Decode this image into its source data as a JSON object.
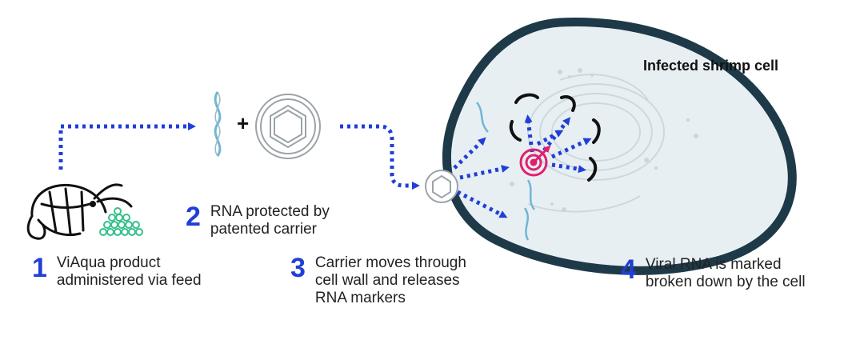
{
  "colors": {
    "arrow": "#1f3fd6",
    "number": "#1f3fd6",
    "cell_membrane": "#1e3a48",
    "cell_interior": "#e8eff3",
    "rna": "#6fb6d6",
    "feed": "#35c08a",
    "target": "#e0206e"
  },
  "cell_title": "Infected shrimp cell",
  "steps": [
    {
      "number": "1",
      "lines": [
        "ViAqua product",
        "administered via feed"
      ]
    },
    {
      "number": "2",
      "lines": [
        "RNA protected by",
        "patented carrier"
      ]
    },
    {
      "number": "3",
      "lines": [
        "Carrier moves through",
        "cell wall and releases",
        "RNA markers"
      ]
    },
    {
      "number": "4",
      "lines": [
        "Viral RNA is marked",
        "broken down by the cell"
      ]
    }
  ],
  "icons": {
    "shrimp": "shrimp-icon",
    "feed": "feed-pellets-icon",
    "rna": "rna-strand-icon",
    "carrier": "carrier-capsule-icon",
    "target": "target-icon",
    "plus": "+"
  }
}
